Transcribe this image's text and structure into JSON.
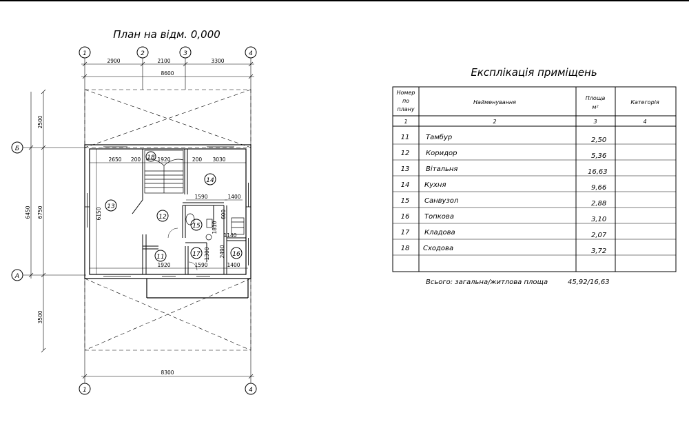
{
  "plan": {
    "title": "План на відм. 0,000",
    "axes": [
      "1",
      "2",
      "3",
      "4",
      "Б",
      "А"
    ],
    "top_dims": [
      "2900",
      "2100",
      "3300",
      "8600"
    ],
    "bottom_dim": "8300",
    "left_dims": [
      "2500",
      "6450",
      "6750",
      "3500"
    ],
    "inner_dims": [
      "2650",
      "200",
      "1920",
      "200",
      "3030",
      "1590",
      "1400",
      "6150",
      "1810",
      "600",
      "1140",
      "2490",
      "1300",
      "1920",
      "1590",
      "1400"
    ],
    "room_numbers": [
      "11",
      "12",
      "13",
      "14",
      "15",
      "16",
      "17",
      "18"
    ]
  },
  "explication": {
    "title": "Експлікація приміщень",
    "headers": {
      "num": "Номер по плану",
      "name": "Найменування",
      "area": "Площа м²",
      "cat": "Категорія"
    },
    "col_numbers": [
      "1",
      "2",
      "3",
      "4"
    ],
    "rows": [
      {
        "num": "11",
        "name": "Тамбур",
        "area": "2,50",
        "cat": ""
      },
      {
        "num": "12",
        "name": "Коридор",
        "area": "5,36",
        "cat": ""
      },
      {
        "num": "13",
        "name": "Вітальня",
        "area": "16,63",
        "cat": ""
      },
      {
        "num": "14",
        "name": "Кухня",
        "area": "9,66",
        "cat": ""
      },
      {
        "num": "15",
        "name": "Санвузол",
        "area": "2,88",
        "cat": ""
      },
      {
        "num": "16",
        "name": "Топкова",
        "area": "3,10",
        "cat": ""
      },
      {
        "num": "17",
        "name": "Кладова",
        "area": "2,07",
        "cat": ""
      },
      {
        "num": "18",
        "name": "Сходова",
        "area": "3,72",
        "cat": ""
      }
    ],
    "total_label": "Всього: загальна/житлова площа",
    "total_value": "45,92/16,63"
  }
}
